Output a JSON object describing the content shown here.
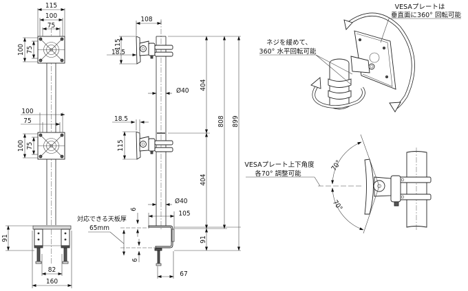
{
  "drawing": {
    "front_view": {
      "top_plate": {
        "width": "115",
        "vesa_outer": "100",
        "vesa_inner": "75",
        "height_outer": "100",
        "height_inner": "75"
      },
      "lower_plate": {
        "vesa_outer": "100",
        "vesa_inner": "75",
        "height_outer": "100",
        "height_inner": "75"
      },
      "base": {
        "height": "91",
        "clamp_spacing": "82",
        "width": "160"
      }
    },
    "side_view": {
      "arm_reach": "108",
      "top_offset": "18.5",
      "top_plate_height": "115",
      "pole_diameter_top": "Ø40",
      "lower_offset": "18.5",
      "lower_plate_height": "115",
      "pole_diameter_bottom": "Ø40",
      "clamp_depth": "105",
      "clamp_thickness_top": "6",
      "clamp_thickness_bottom": "6",
      "clamp_foot": "67",
      "desk_note_line1": "対応できる天板厚",
      "desk_note_line2": "65mm"
    },
    "height_dims": {
      "upper_span": "404",
      "lower_span": "404",
      "mid_total": "808",
      "overall": "899",
      "base_height": "91"
    },
    "rotation_view": {
      "vesa_note_line1": "VESAプレートは",
      "vesa_note_line2": "垂直面に360° 回転可能",
      "screw_note_line1": "ネジを緩めて、",
      "screw_note_line2": "360° 水平回転可能"
    },
    "tilt_view": {
      "note_line1": "VESAプレート上下角度",
      "note_line2": "各70° 調整可能",
      "angle_up": "70°",
      "angle_down": "70°"
    }
  }
}
